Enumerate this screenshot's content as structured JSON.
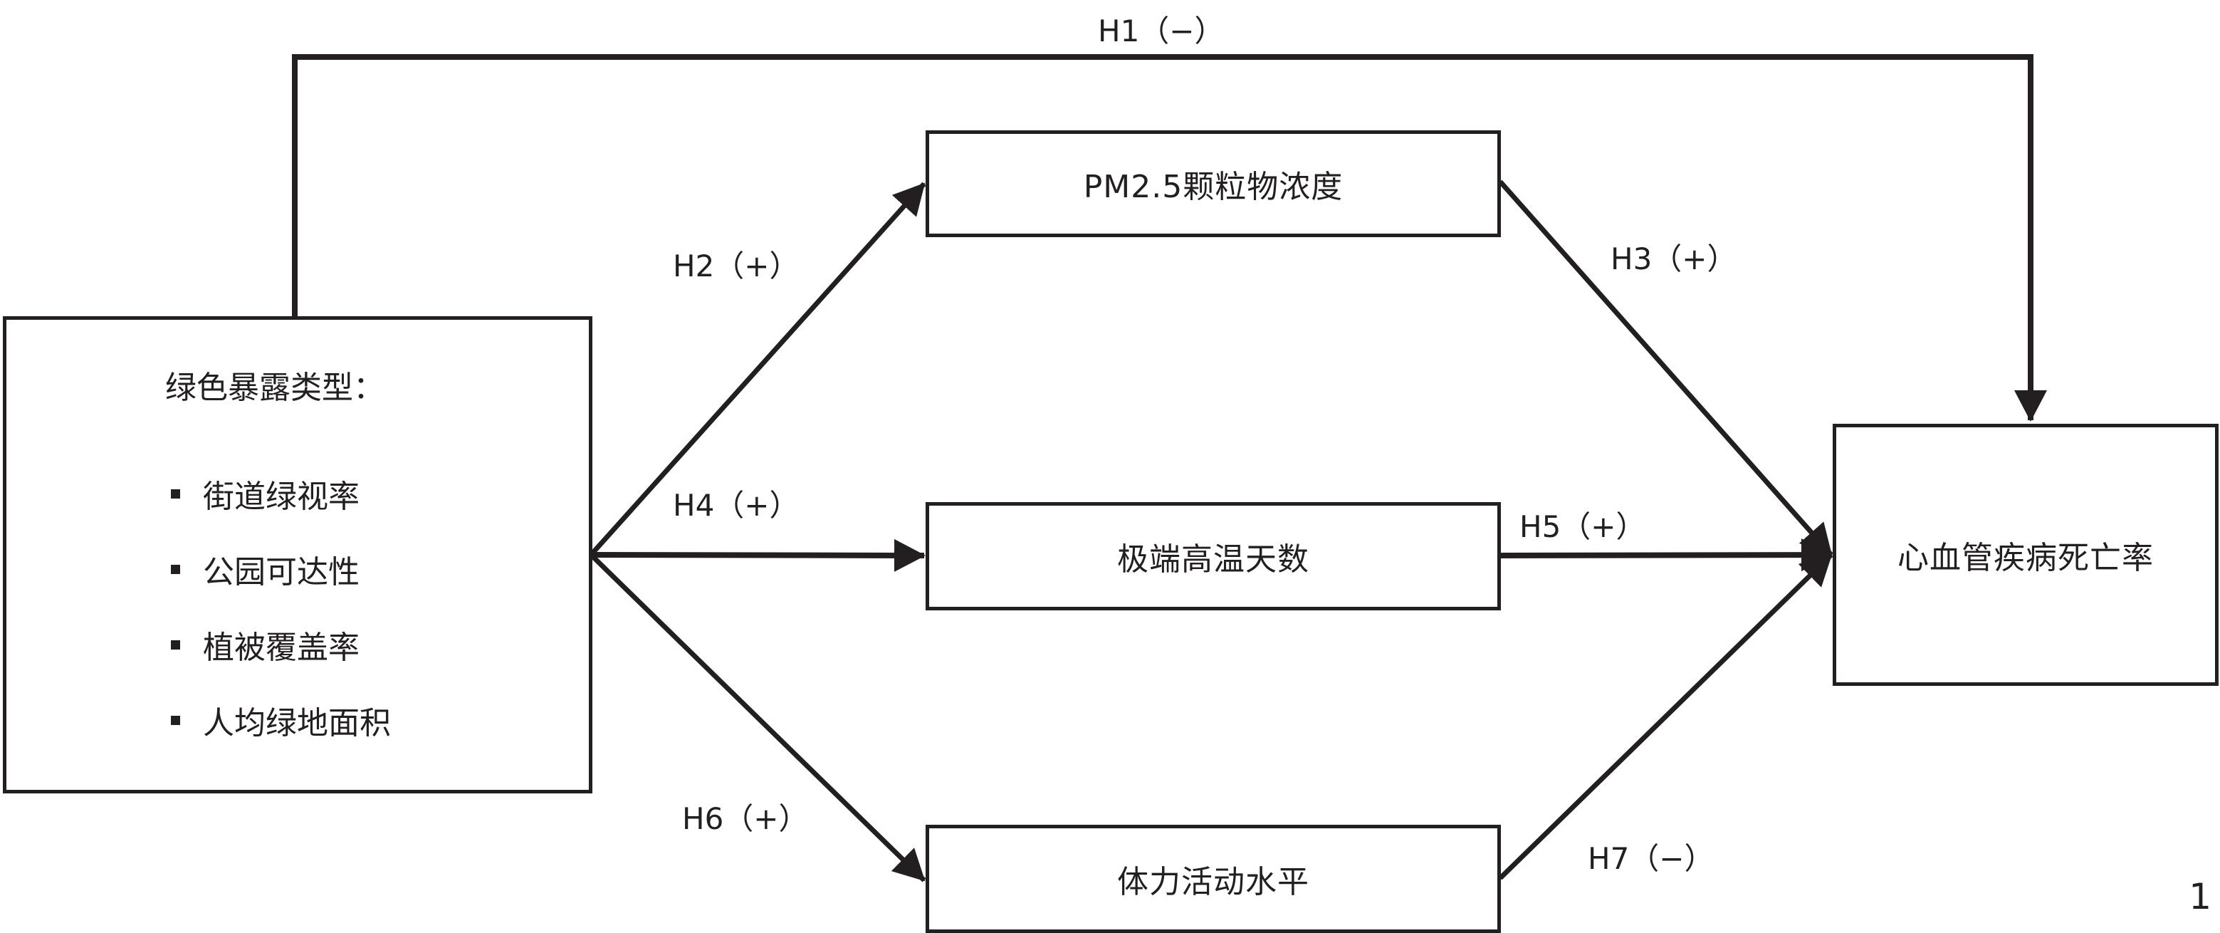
{
  "diagram": {
    "type": "hypothesis-path-model",
    "nodes": {
      "exposure": {
        "title": "绿色暴露类型：",
        "items": [
          "街道绿视率",
          "公园可达性",
          "植被覆盖率",
          "人均绿地面积"
        ]
      },
      "pm25": {
        "label": "PM2.5颗粒物浓度"
      },
      "heat": {
        "label": "极端高温天数"
      },
      "activity": {
        "label": "体力活动水平"
      },
      "outcome": {
        "label": "心血管疾病死亡率"
      }
    },
    "edges": [
      {
        "id": "H1",
        "from": "exposure",
        "to": "outcome",
        "label": "H1（−）",
        "sign": "−"
      },
      {
        "id": "H2",
        "from": "exposure",
        "to": "pm25",
        "label": "H2（+）",
        "sign": "+"
      },
      {
        "id": "H3",
        "from": "pm25",
        "to": "outcome",
        "label": "H3（+）",
        "sign": "+"
      },
      {
        "id": "H4",
        "from": "exposure",
        "to": "heat",
        "label": "H4（+）",
        "sign": "+"
      },
      {
        "id": "H5",
        "from": "heat",
        "to": "outcome",
        "label": "H5（+）",
        "sign": "+"
      },
      {
        "id": "H6",
        "from": "exposure",
        "to": "activity",
        "label": "H6（+）",
        "sign": "+"
      },
      {
        "id": "H7",
        "from": "activity",
        "to": "outcome",
        "label": "H7（−）",
        "sign": "−"
      }
    ],
    "figure_number": "1",
    "line_color": "#231f20"
  }
}
